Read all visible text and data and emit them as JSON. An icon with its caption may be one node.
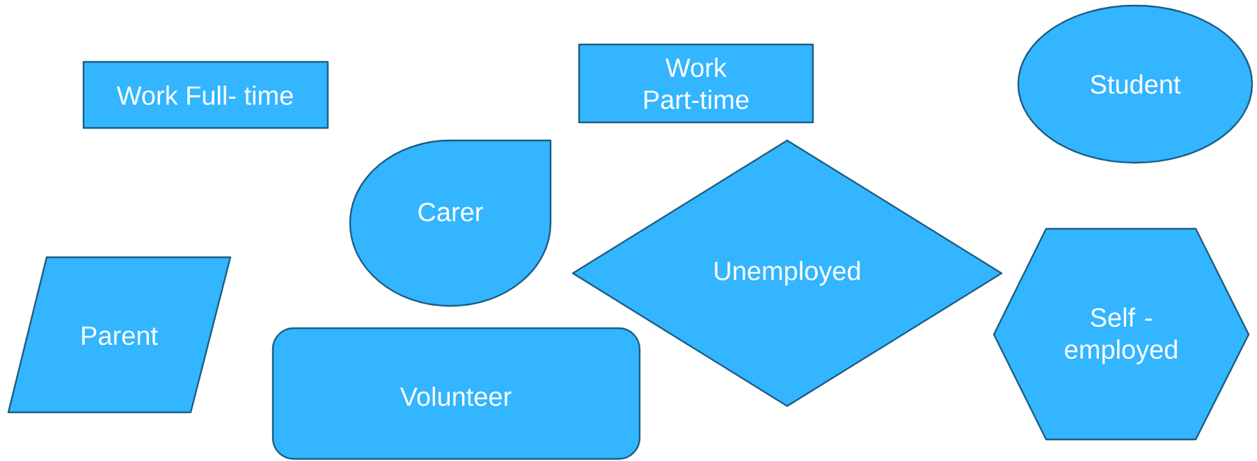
{
  "diagram": {
    "nodes": [
      {
        "text": [
          "Work Full- time"
        ]
      },
      {
        "text": [
          "Work Part-time"
        ]
      },
      {
        "text": [
          "Student"
        ]
      },
      {
        "text": [
          "Carer"
        ]
      },
      {
        "text": [
          "Unemployed"
        ]
      },
      {
        "text": [
          "Self - employed"
        ]
      },
      {
        "text": [
          "Parent"
        ]
      },
      {
        "text": [
          "Volunteer"
        ]
      }
    ]
  }
}
